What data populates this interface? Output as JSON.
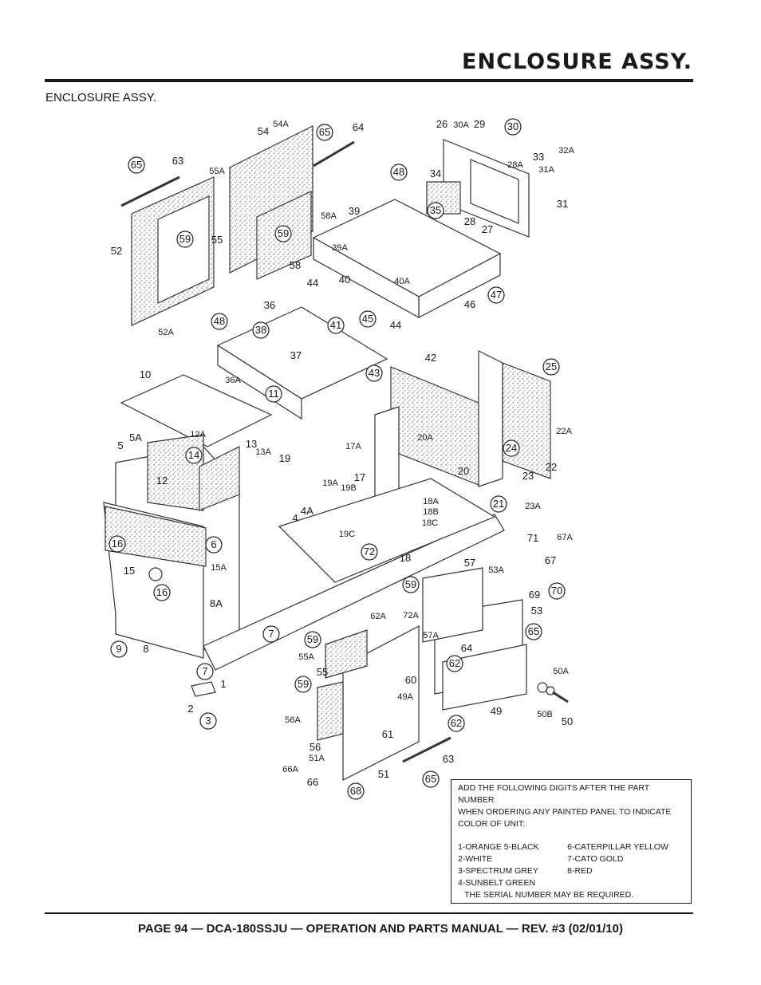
{
  "header": {
    "title": "ENCLOSURE ASSY."
  },
  "subtitle": "ENCLOSURE ASSY.",
  "callouts": [
    {
      "id": "54A",
      "circled": false
    },
    {
      "id": "54",
      "circled": false
    },
    {
      "id": "65",
      "circled": true
    },
    {
      "id": "64",
      "circled": false
    },
    {
      "id": "65",
      "circled": true
    },
    {
      "id": "63",
      "circled": false
    },
    {
      "id": "55A",
      "circled": false
    },
    {
      "id": "59",
      "circled": true
    },
    {
      "id": "55",
      "circled": false
    },
    {
      "id": "52",
      "circled": false
    },
    {
      "id": "52A",
      "circled": false
    },
    {
      "id": "58A",
      "circled": false
    },
    {
      "id": "59",
      "circled": true
    },
    {
      "id": "58",
      "circled": false
    },
    {
      "id": "26",
      "circled": false
    },
    {
      "id": "30A",
      "circled": false
    },
    {
      "id": "29",
      "circled": false
    },
    {
      "id": "30",
      "circled": true
    },
    {
      "id": "33",
      "circled": false
    },
    {
      "id": "32A",
      "circled": false
    },
    {
      "id": "28A",
      "circled": false
    },
    {
      "id": "31A",
      "circled": false
    },
    {
      "id": "31",
      "circled": false
    },
    {
      "id": "34",
      "circled": false
    },
    {
      "id": "35",
      "circled": true
    },
    {
      "id": "28",
      "circled": false
    },
    {
      "id": "27",
      "circled": false
    },
    {
      "id": "48",
      "circled": true
    },
    {
      "id": "39",
      "circled": false
    },
    {
      "id": "39A",
      "circled": false
    },
    {
      "id": "44",
      "circled": false
    },
    {
      "id": "40",
      "circled": false
    },
    {
      "id": "40A",
      "circled": false
    },
    {
      "id": "47",
      "circled": true
    },
    {
      "id": "46",
      "circled": false
    },
    {
      "id": "36",
      "circled": false
    },
    {
      "id": "48",
      "circled": true
    },
    {
      "id": "38",
      "circled": true
    },
    {
      "id": "41",
      "circled": true
    },
    {
      "id": "45",
      "circled": true
    },
    {
      "id": "44",
      "circled": false
    },
    {
      "id": "37",
      "circled": false
    },
    {
      "id": "36A",
      "circled": false
    },
    {
      "id": "42",
      "circled": false
    },
    {
      "id": "43",
      "circled": true
    },
    {
      "id": "25",
      "circled": true
    },
    {
      "id": "10",
      "circled": false
    },
    {
      "id": "11",
      "circled": true
    },
    {
      "id": "22A",
      "circled": false
    },
    {
      "id": "5A",
      "circled": false
    },
    {
      "id": "12A",
      "circled": false
    },
    {
      "id": "5",
      "circled": false
    },
    {
      "id": "14",
      "circled": true
    },
    {
      "id": "13",
      "circled": false
    },
    {
      "id": "13A",
      "circled": false
    },
    {
      "id": "17A",
      "circled": false
    },
    {
      "id": "20A",
      "circled": false
    },
    {
      "id": "24",
      "circled": true
    },
    {
      "id": "22",
      "circled": false
    },
    {
      "id": "12",
      "circled": false
    },
    {
      "id": "19",
      "circled": false
    },
    {
      "id": "20",
      "circled": false
    },
    {
      "id": "23",
      "circled": false
    },
    {
      "id": "17",
      "circled": false
    },
    {
      "id": "19A",
      "circled": false
    },
    {
      "id": "19B",
      "circled": false
    },
    {
      "id": "18A",
      "circled": false
    },
    {
      "id": "18B",
      "circled": false
    },
    {
      "id": "4A",
      "circled": false
    },
    {
      "id": "23A",
      "circled": false
    },
    {
      "id": "21",
      "circled": true
    },
    {
      "id": "4",
      "circled": false
    },
    {
      "id": "18C",
      "circled": false
    },
    {
      "id": "19C",
      "circled": false
    },
    {
      "id": "16",
      "circled": true
    },
    {
      "id": "6",
      "circled": true
    },
    {
      "id": "71",
      "circled": false
    },
    {
      "id": "67A",
      "circled": false
    },
    {
      "id": "72",
      "circled": true
    },
    {
      "id": "18",
      "circled": false
    },
    {
      "id": "67",
      "circled": false
    },
    {
      "id": "15A",
      "circled": false
    },
    {
      "id": "15",
      "circled": false
    },
    {
      "id": "57",
      "circled": false
    },
    {
      "id": "53A",
      "circled": false
    },
    {
      "id": "16",
      "circled": true
    },
    {
      "id": "70",
      "circled": true
    },
    {
      "id": "69",
      "circled": false
    },
    {
      "id": "8A",
      "circled": false
    },
    {
      "id": "59",
      "circled": true
    },
    {
      "id": "53",
      "circled": false
    },
    {
      "id": "72A",
      "circled": false
    },
    {
      "id": "62A",
      "circled": false
    },
    {
      "id": "7",
      "circled": true
    },
    {
      "id": "65",
      "circled": true
    },
    {
      "id": "57A",
      "circled": false
    },
    {
      "id": "9",
      "circled": true
    },
    {
      "id": "8",
      "circled": false
    },
    {
      "id": "59",
      "circled": true
    },
    {
      "id": "64",
      "circled": false
    },
    {
      "id": "55A",
      "circled": false
    },
    {
      "id": "62",
      "circled": true
    },
    {
      "id": "7",
      "circled": true
    },
    {
      "id": "55",
      "circled": false
    },
    {
      "id": "1",
      "circled": false
    },
    {
      "id": "50A",
      "circled": false
    },
    {
      "id": "60",
      "circled": false
    },
    {
      "id": "59",
      "circled": true
    },
    {
      "id": "2",
      "circled": false
    },
    {
      "id": "49A",
      "circled": false
    },
    {
      "id": "49",
      "circled": false
    },
    {
      "id": "50B",
      "circled": false
    },
    {
      "id": "3",
      "circled": true
    },
    {
      "id": "50",
      "circled": false
    },
    {
      "id": "56A",
      "circled": false
    },
    {
      "id": "62",
      "circled": true
    },
    {
      "id": "61",
      "circled": false
    },
    {
      "id": "56",
      "circled": false
    },
    {
      "id": "51A",
      "circled": false
    },
    {
      "id": "63",
      "circled": false
    },
    {
      "id": "66A",
      "circled": false
    },
    {
      "id": "51",
      "circled": false
    },
    {
      "id": "65",
      "circled": true
    },
    {
      "id": "66",
      "circled": false
    },
    {
      "id": "68",
      "circled": true
    }
  ],
  "note": {
    "line1": "ADD THE FOLLOWING DIGITS AFTER THE PART NUMBER",
    "line2": "WHEN ORDERING ANY PAINTED PANEL TO INDICATE",
    "line3": "COLOR OF UNIT:",
    "colors_left": [
      "1-ORANGE 5-BLACK",
      "2-WHITE",
      "3-SPECTRUM GREY",
      "4-SUNBELT GREEN"
    ],
    "colors_right": [
      "",
      "6-CATERPILLAR YELLOW",
      "7-CATO GOLD",
      "8-RED"
    ],
    "serial": "THE SERIAL NUMBER MAY BE REQUIRED."
  },
  "footer": "PAGE 94 — DCA-180SSJU — OPERATION AND PARTS  MANUAL — REV. #3  (02/01/10)"
}
